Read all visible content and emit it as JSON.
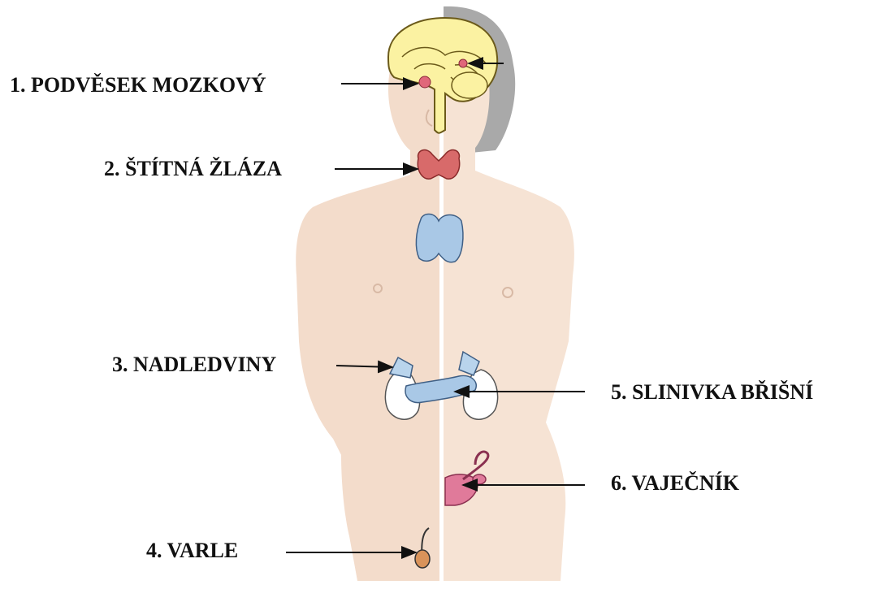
{
  "labels": {
    "pituitary": "1. PODVĚSEK MOZKOVÝ",
    "thyroid": "2. ŠTÍTNÁ ŽLÁZA",
    "adrenals": "3. NADLEDVINY",
    "testis": "4. VARLE",
    "pancreas": "5. SLINIVKA BŘIŠNÍ",
    "ovary": "6. VAJEČNÍK"
  },
  "colors": {
    "skin_male": "#f3dccb",
    "skin_female": "#f6e3d4",
    "hair": "#a9a9a9",
    "brain": "#fbf2a2",
    "brain_outline": "#6b5a1a",
    "pituitary": "#e0677a",
    "thyroid": "#d86a6a",
    "thymus": "#a9c8e6",
    "adrenal": "#b9d4ec",
    "kidney": "#ffffff",
    "pancreas": "#a9c8e6",
    "ovary": "#e07a9a",
    "testis": "#d9935a",
    "divider": "#ffffff",
    "arrow": "#111111"
  }
}
